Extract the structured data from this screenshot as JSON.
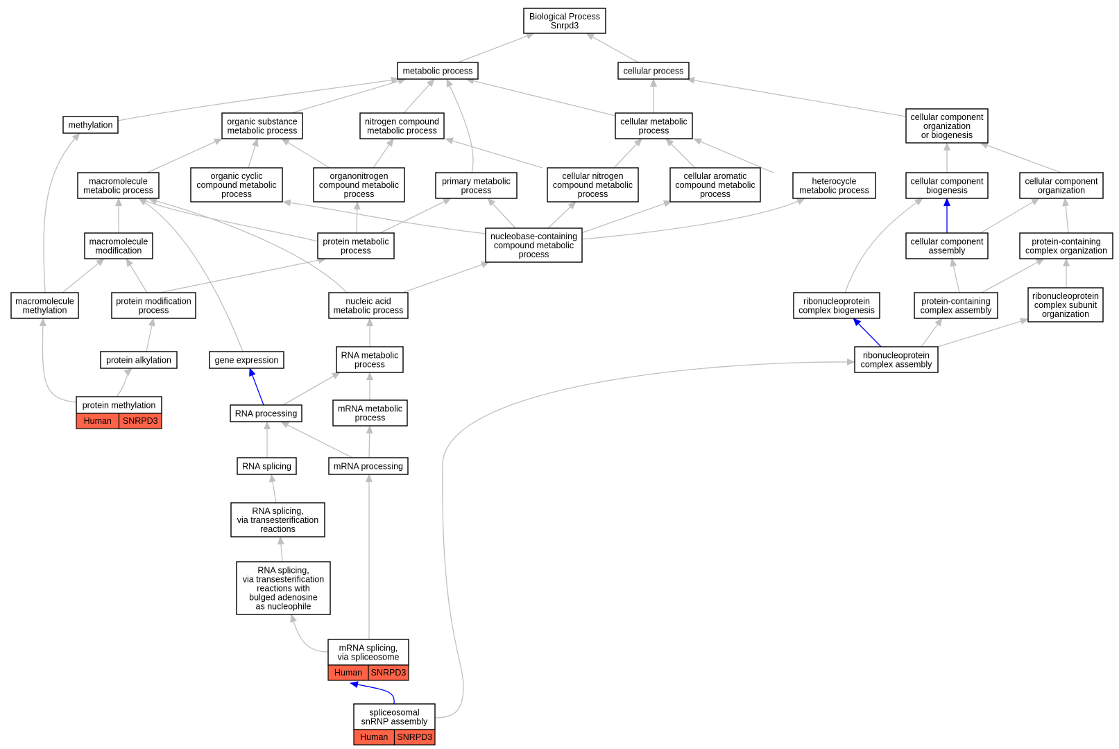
{
  "colors": {
    "edge_gray": "#c0c0c0",
    "edge_blue": "#0000ff",
    "annotation_fill": "#ff6347",
    "node_border": "#000000",
    "background": "#ffffff"
  },
  "nodes": [
    {
      "id": "root",
      "label": [
        "Biological Process",
        "Snrpd3"
      ]
    },
    {
      "id": "metabolic",
      "label": [
        "metabolic process"
      ]
    },
    {
      "id": "cellular",
      "label": [
        "cellular process"
      ]
    },
    {
      "id": "methylation",
      "label": [
        "methylation"
      ]
    },
    {
      "id": "orgsub",
      "label": [
        "organic substance",
        "metabolic process"
      ]
    },
    {
      "id": "nitro",
      "label": [
        "nitrogen compound",
        "metabolic process"
      ]
    },
    {
      "id": "cellmet",
      "label": [
        "cellular metabolic",
        "process"
      ]
    },
    {
      "id": "ccob",
      "label": [
        "cellular component",
        "organization",
        "or biogenesis"
      ]
    },
    {
      "id": "macromet",
      "label": [
        "macromolecule",
        "metabolic process"
      ]
    },
    {
      "id": "orgcyc",
      "label": [
        "organic cyclic",
        "compound metabolic",
        "process"
      ]
    },
    {
      "id": "organonitro",
      "label": [
        "organonitrogen",
        "compound metabolic",
        "process"
      ]
    },
    {
      "id": "primary",
      "label": [
        "primary metabolic",
        "process"
      ]
    },
    {
      "id": "cellnitro",
      "label": [
        "cellular nitrogen",
        "compound metabolic",
        "process"
      ]
    },
    {
      "id": "cellarom",
      "label": [
        "cellular aromatic",
        "compound metabolic",
        "process"
      ]
    },
    {
      "id": "hetero",
      "label": [
        "heterocycle",
        "metabolic process"
      ]
    },
    {
      "id": "ccbio",
      "label": [
        "cellular component",
        "biogenesis"
      ]
    },
    {
      "id": "ccorg",
      "label": [
        "cellular component",
        "organization"
      ]
    },
    {
      "id": "macromod",
      "label": [
        "macromolecule",
        "modification"
      ]
    },
    {
      "id": "protmet",
      "label": [
        "protein metabolic",
        "process"
      ]
    },
    {
      "id": "nucleobase",
      "label": [
        "nucleobase-containing",
        "compound metabolic",
        "process"
      ]
    },
    {
      "id": "ccasm",
      "label": [
        "cellular component",
        "assembly"
      ]
    },
    {
      "id": "pcorg",
      "label": [
        "protein-containing",
        "complex organization"
      ]
    },
    {
      "id": "macromethyl",
      "label": [
        "macromolecule",
        "methylation"
      ]
    },
    {
      "id": "protmod",
      "label": [
        "protein modification",
        "process"
      ]
    },
    {
      "id": "nucacid",
      "label": [
        "nucleic acid",
        "metabolic process"
      ]
    },
    {
      "id": "rnpbio",
      "label": [
        "ribonucleoprotein",
        "complex biogenesis"
      ]
    },
    {
      "id": "pcasm",
      "label": [
        "protein-containing",
        "complex assembly"
      ]
    },
    {
      "id": "rnpsub",
      "label": [
        "ribonucleoprotein",
        "complex subunit",
        "organization"
      ]
    },
    {
      "id": "protalk",
      "label": [
        "protein alkylation"
      ]
    },
    {
      "id": "geneexp",
      "label": [
        "gene expression"
      ]
    },
    {
      "id": "rnamet",
      "label": [
        "RNA metabolic",
        "process"
      ]
    },
    {
      "id": "rnpasm",
      "label": [
        "ribonucleoprotein",
        "complex assembly"
      ]
    },
    {
      "id": "protmethyl",
      "label": [
        "protein methylation"
      ],
      "annotation": [
        "Human",
        "SNRPD3"
      ]
    },
    {
      "id": "rnaproc",
      "label": [
        "RNA processing"
      ]
    },
    {
      "id": "mrnamet",
      "label": [
        "mRNA metabolic",
        "process"
      ]
    },
    {
      "id": "rnasplice",
      "label": [
        "RNA splicing"
      ]
    },
    {
      "id": "mrnaproc",
      "label": [
        "mRNA processing"
      ]
    },
    {
      "id": "rnatrans",
      "label": [
        "RNA splicing,",
        "via transesterification",
        "reactions"
      ]
    },
    {
      "id": "rnabulged",
      "label": [
        "RNA splicing,",
        "via transesterification",
        "reactions with",
        "bulged adenosine",
        "as nucleophile"
      ]
    },
    {
      "id": "mrnasplice",
      "label": [
        "mRNA splicing,",
        "via spliceosome"
      ],
      "annotation": [
        "Human",
        "SNRPD3"
      ]
    },
    {
      "id": "snrnp",
      "label": [
        "spliceosomal",
        "snRNP assembly"
      ],
      "annotation": [
        "Human",
        "SNRPD3"
      ]
    }
  ]
}
